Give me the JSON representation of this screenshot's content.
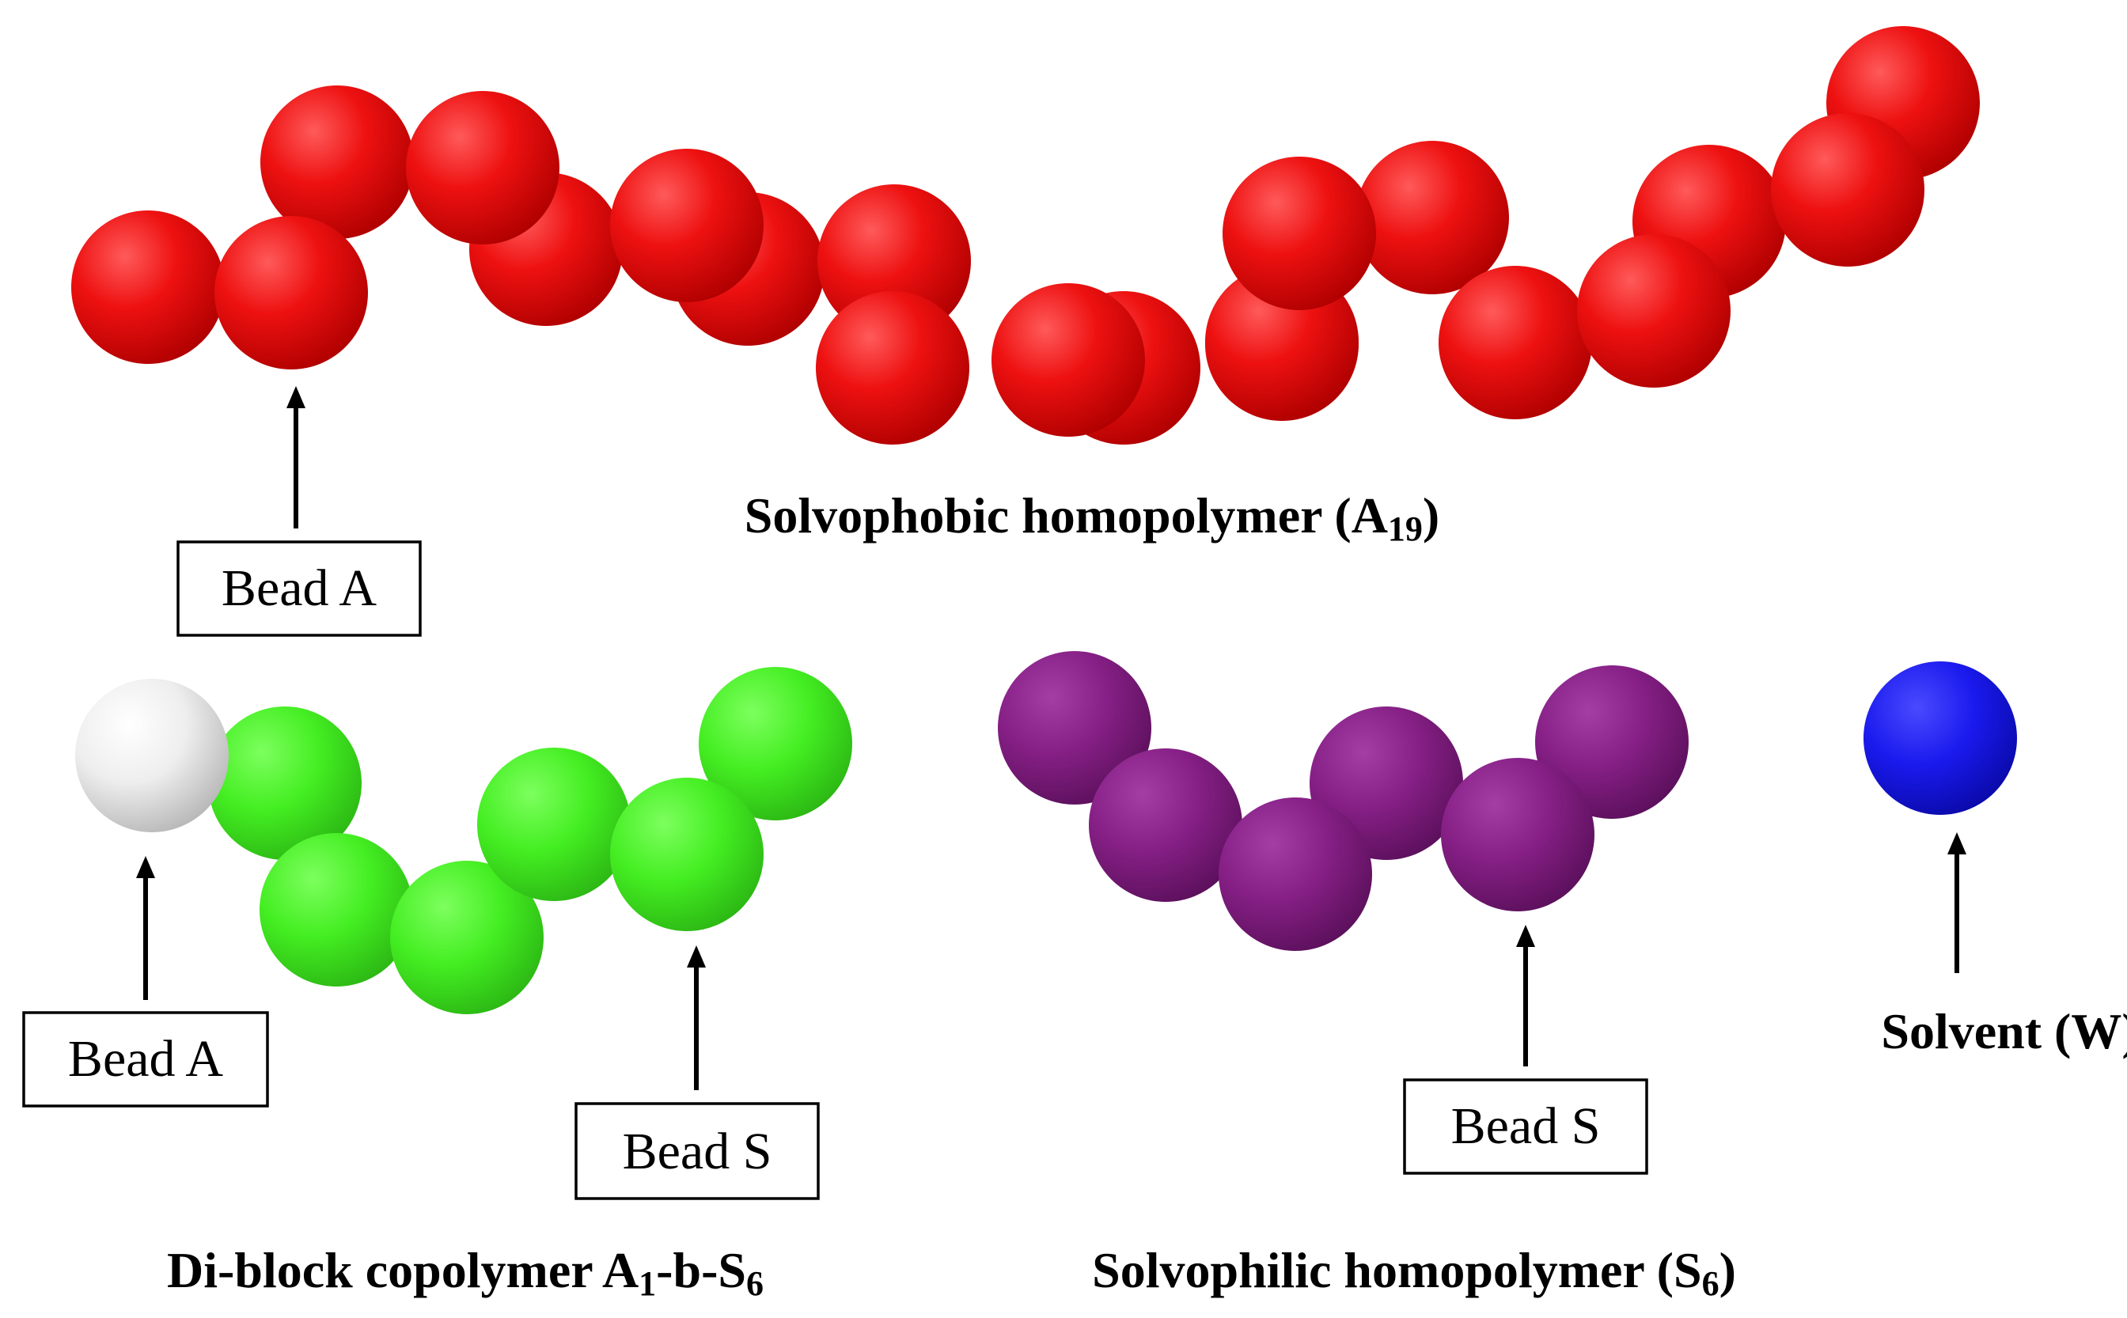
{
  "colors": {
    "solvophobic_bead": "#ee1111",
    "diblock_head_bead": "#f0f0f0",
    "diblock_tail_bead": "#44ee22",
    "solvophilic_bead": "#851f85",
    "solvent_bead": "#1a1aee"
  },
  "captions": {
    "solvophobic": {
      "main": "Solvophobic homopolymer (A",
      "sub": "19",
      "end": ")"
    },
    "diblock": {
      "main": "Di-block copolymer A",
      "sub1": "1",
      "mid": "-b-S",
      "sub2": "6"
    },
    "solvophilic": {
      "main": "Solvophilic homopolymer (S",
      "sub": "6",
      "end": ")"
    },
    "solvent": "Solvent (W)"
  },
  "labels": {
    "top_bead_a": "Bead A",
    "diblock_bead_a": "Bead A",
    "diblock_bead_s": "Bead S",
    "solvophilic_bead_s": "Bead S"
  }
}
